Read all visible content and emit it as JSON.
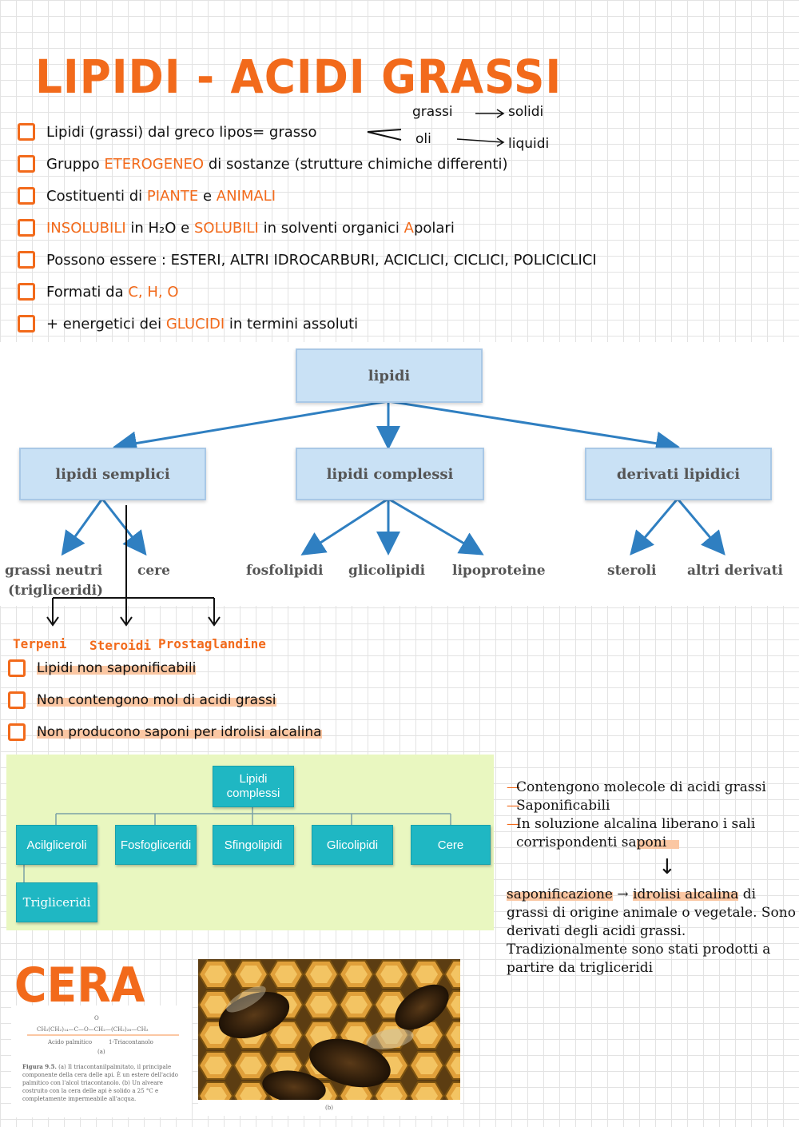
{
  "title": "LIPIDI - ACIDI GRASSI",
  "bullets": [
    {
      "segments": [
        {
          "text": "Lipidi (grassi) dal greco lipos= grasso",
          "orange": false
        }
      ]
    },
    {
      "segments": [
        {
          "text": "Gruppo ",
          "orange": false
        },
        {
          "text": "ETEROGENEO",
          "orange": true
        },
        {
          "text": " di sostanze (strutture chimiche differenti)",
          "orange": false
        }
      ]
    },
    {
      "segments": [
        {
          "text": "Costituenti di ",
          "orange": false
        },
        {
          "text": "PIANTE",
          "orange": true
        },
        {
          "text": " e ",
          "orange": false
        },
        {
          "text": "ANIMALI",
          "orange": true
        }
      ]
    },
    {
      "segments": [
        {
          "text": "INSOLUBILI",
          "orange": true
        },
        {
          "text": " in H₂O e ",
          "orange": false
        },
        {
          "text": "SOLUBILI",
          "orange": true
        },
        {
          "text": " in solventi organici ",
          "orange": false
        },
        {
          "text": "A",
          "orange": true
        },
        {
          "text": "polari",
          "orange": false
        }
      ]
    },
    {
      "segments": [
        {
          "text": "Possono essere : ESTERI, ALTRI IDROCARBURI, ACICLICI, CICLICI, POLICICLICI",
          "orange": false
        }
      ]
    },
    {
      "segments": [
        {
          "text": "Formati da ",
          "orange": false
        },
        {
          "text": "C, H, O",
          "orange": true
        }
      ]
    },
    {
      "segments": [
        {
          "text": "+ energetici dei ",
          "orange": false
        },
        {
          "text": "GLUCIDI",
          "orange": true
        },
        {
          "text": " in termini assoluti",
          "orange": false
        }
      ]
    }
  ],
  "side_note": {
    "grassi": "grassi",
    "solidi": "solidi",
    "oli": "oli",
    "liquidi": "liquidi"
  },
  "diagram1": {
    "root": "lipidi",
    "categories": [
      "lipidi semplici",
      "lipidi complessi",
      "derivati lipidici"
    ],
    "leaves": [
      "grassi neutri",
      "(trigliceridi)",
      "cere",
      "fosfolipidi",
      "glicolipidi",
      "lipoproteine",
      "steroli",
      "altri derivati"
    ]
  },
  "handwritten_labels": [
    "Terpeni",
    "Steroidi",
    "Prostaglandine"
  ],
  "bullets2": [
    {
      "text": "Lipidi non saponificabili",
      "highlight": true
    },
    {
      "text": "Non contengono mol di acidi grassi",
      "highlight": true
    },
    {
      "text": "Non producono saponi per idrolisi alcalina",
      "highlight": true
    }
  ],
  "diagram2": {
    "root": "Lipidi complessi",
    "children": [
      "Acilgliceroli",
      "Fosfogliceridi",
      "Sfingolipidi",
      "Glicolipidi",
      "Cere"
    ],
    "sub": "Trigliceridi"
  },
  "right_list": [
    "Contengono molecole di acidi grassi",
    "Saponificabili",
    "In soluzione alcalina liberano i sali"
  ],
  "right_list_cont_a": "corrispondenti sa",
  "right_list_cont_b": "poni",
  "arrow_down": "↓",
  "right_para": {
    "term": "saponificazione",
    "arrow": " → ",
    "def_hl": "idrolisi alcalina",
    "rest": " di grassi di origine animale o vegetale. Sono derivati degli acidi grassi. Tradizionalmente sono stati prodotti a partire da trigliceridi"
  },
  "cera_title": "CERA",
  "scan": {
    "formula": "CH₃(CH₂)₁₄—C—O—CH₂—(CH₂)₂₈—CH₃",
    "o": "O",
    "label1": "Acido palmitico",
    "label2": "1-Triacontanolo",
    "a": "(a)",
    "caption_bold": "Figura 9.5.",
    "caption": " (a) Il triacontanilpalmitato, il principale componente della cera delle api. È un estere dell'acido palmitico con l'alcol triacontanolo. (b) Un alveare costruito con la cera delle api è solido a 25 °C e completamente impermeabile all'acqua.",
    "b": "(b)"
  }
}
